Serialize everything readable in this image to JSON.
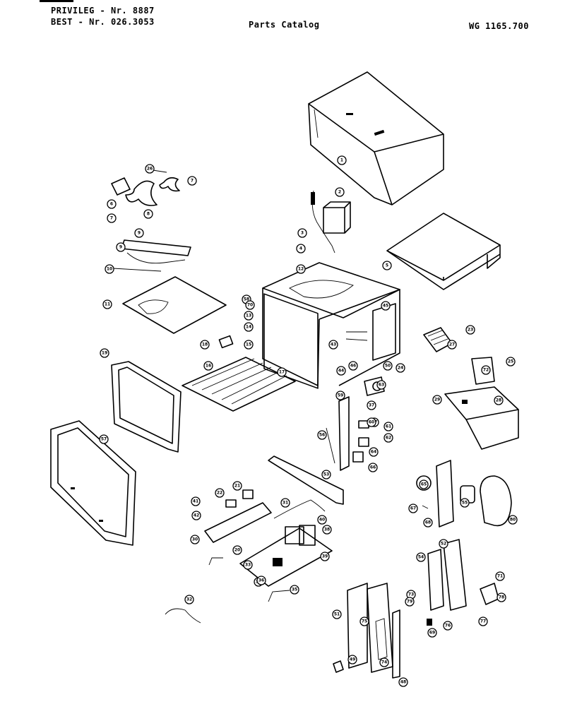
{
  "header": {
    "line1": "PRIVILEG - Nr. 8887",
    "line2": "BEST - Nr. 026.3053",
    "center": "Parts Catalog",
    "right": "WG 1165.700"
  },
  "callouts": [
    {
      "id": "c1",
      "n": "1"
    },
    {
      "id": "c2",
      "n": "2"
    },
    {
      "id": "c3",
      "n": "3"
    },
    {
      "id": "c4",
      "n": "4"
    },
    {
      "id": "c5",
      "n": "5"
    },
    {
      "id": "c6",
      "n": "6"
    },
    {
      "id": "c7a",
      "n": "7"
    },
    {
      "id": "c7b",
      "n": "7"
    },
    {
      "id": "c8",
      "n": "8"
    },
    {
      "id": "c9a",
      "n": "9"
    },
    {
      "id": "c9b",
      "n": "9"
    },
    {
      "id": "c10",
      "n": "10"
    },
    {
      "id": "c11",
      "n": "11"
    },
    {
      "id": "c12",
      "n": "12"
    },
    {
      "id": "c13",
      "n": "13"
    },
    {
      "id": "c14",
      "n": "14"
    },
    {
      "id": "c15",
      "n": "15"
    },
    {
      "id": "c16",
      "n": "16"
    },
    {
      "id": "c17",
      "n": "17"
    },
    {
      "id": "c18",
      "n": "18"
    },
    {
      "id": "c19",
      "n": "19"
    },
    {
      "id": "c20",
      "n": "20"
    },
    {
      "id": "c21",
      "n": "21"
    },
    {
      "id": "c22",
      "n": "22"
    },
    {
      "id": "c23",
      "n": "23"
    },
    {
      "id": "c24",
      "n": "24"
    },
    {
      "id": "c25",
      "n": "25"
    },
    {
      "id": "c26",
      "n": "26"
    },
    {
      "id": "c27",
      "n": "27"
    },
    {
      "id": "c28",
      "n": "28"
    },
    {
      "id": "c29",
      "n": "29"
    },
    {
      "id": "c30",
      "n": "30"
    },
    {
      "id": "c31",
      "n": "31"
    },
    {
      "id": "c32",
      "n": "32"
    },
    {
      "id": "c33",
      "n": "33"
    },
    {
      "id": "c34",
      "n": "34"
    },
    {
      "id": "c35",
      "n": "35"
    },
    {
      "id": "c36",
      "n": "36"
    },
    {
      "id": "c37",
      "n": "37"
    },
    {
      "id": "c38",
      "n": "38"
    },
    {
      "id": "c39",
      "n": "39"
    },
    {
      "id": "c40",
      "n": "40"
    },
    {
      "id": "c41",
      "n": "41"
    },
    {
      "id": "c42",
      "n": "42"
    },
    {
      "id": "c43",
      "n": "43"
    },
    {
      "id": "c44",
      "n": "44"
    },
    {
      "id": "c45",
      "n": "45"
    },
    {
      "id": "c46",
      "n": "46"
    },
    {
      "id": "c47",
      "n": "47"
    },
    {
      "id": "c48",
      "n": "48"
    },
    {
      "id": "c49",
      "n": "49"
    },
    {
      "id": "c50",
      "n": "50"
    },
    {
      "id": "c51",
      "n": "51"
    },
    {
      "id": "c52",
      "n": "52"
    },
    {
      "id": "c53",
      "n": "53"
    },
    {
      "id": "c54",
      "n": "54"
    },
    {
      "id": "c55",
      "n": "55"
    },
    {
      "id": "c56",
      "n": "56"
    },
    {
      "id": "c57",
      "n": "57"
    },
    {
      "id": "c58",
      "n": "58"
    },
    {
      "id": "c59",
      "n": "59"
    },
    {
      "id": "c60",
      "n": "60"
    },
    {
      "id": "c61",
      "n": "61"
    },
    {
      "id": "c62",
      "n": "62"
    },
    {
      "id": "c63",
      "n": "63"
    },
    {
      "id": "c64",
      "n": "64"
    },
    {
      "id": "c65",
      "n": "65"
    },
    {
      "id": "c66",
      "n": "66"
    },
    {
      "id": "c67",
      "n": "67"
    },
    {
      "id": "c68",
      "n": "68"
    },
    {
      "id": "c69",
      "n": "69"
    },
    {
      "id": "c70",
      "n": "70"
    },
    {
      "id": "c71",
      "n": "71"
    },
    {
      "id": "c72",
      "n": "72"
    },
    {
      "id": "c73",
      "n": "73"
    },
    {
      "id": "c74",
      "n": "74"
    },
    {
      "id": "c75",
      "n": "75"
    },
    {
      "id": "c76",
      "n": "76"
    },
    {
      "id": "c77",
      "n": "77"
    },
    {
      "id": "c78",
      "n": "78"
    },
    {
      "id": "c79",
      "n": "79"
    },
    {
      "id": "c80",
      "n": "80"
    }
  ]
}
